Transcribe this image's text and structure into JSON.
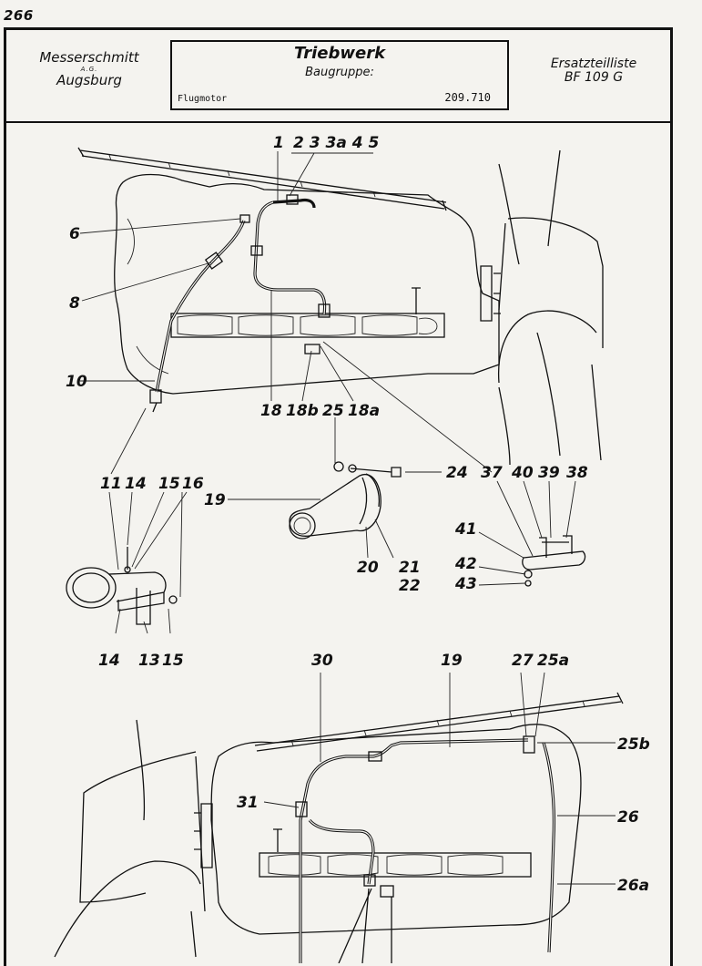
{
  "page_number": "266",
  "header": {
    "company_line1": "Messerschmitt",
    "company_line2": "A.G.",
    "company_line3": "Augsburg",
    "title": "Triebwerk",
    "subtitle": "Baugruppe:",
    "group_name": "Flugmotor",
    "group_number": "209.710",
    "doc_line1": "Ersatzteilliste",
    "doc_line2": "BF 109 G"
  },
  "callouts": {
    "c1": "1",
    "c2_5": "2 3 3a 4 5",
    "c6": "6",
    "c8": "8",
    "c10": "10",
    "c18": "18",
    "c18b": "18b",
    "c18a": "18a",
    "c25": "25",
    "c24": "24",
    "c37": "37",
    "c40": "40",
    "c39": "39",
    "c38": "38",
    "c19": "19",
    "c20": "20",
    "c21": "21",
    "c22": "22",
    "c41": "41",
    "c42": "42",
    "c43": "43",
    "c11": "11",
    "c14a": "14",
    "c15a": "15",
    "c16": "16",
    "c14b": "14",
    "c13": "13",
    "c15b": "15",
    "c30": "30",
    "c19b": "19",
    "c27": "27",
    "c25a": "25a",
    "c25b": "25b",
    "c31": "31",
    "c26": "26",
    "c26a": "26a"
  }
}
